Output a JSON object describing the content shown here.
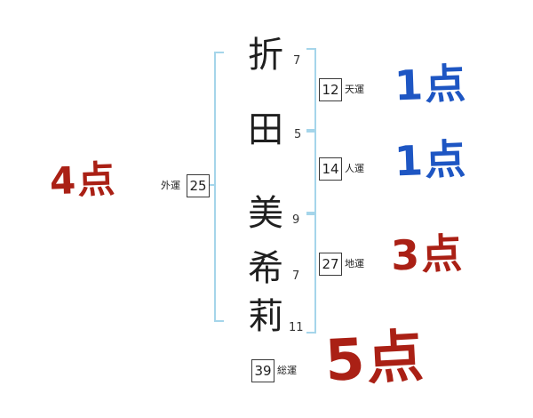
{
  "chart": {
    "type": "name-fortune-diagram",
    "name_column": {
      "characters": [
        {
          "char": "折",
          "strokes": "7"
        },
        {
          "char": "田",
          "strokes": "5"
        },
        {
          "char": "美",
          "strokes": "9"
        },
        {
          "char": "希",
          "strokes": "7"
        },
        {
          "char": "莉",
          "strokes": "11"
        }
      ]
    },
    "fortunes": {
      "heaven": {
        "label": "天運",
        "value": "12",
        "score": "1点",
        "score_color": "#1e56c3"
      },
      "person": {
        "label": "人運",
        "value": "14",
        "score": "1点",
        "score_color": "#1e56c3"
      },
      "earth": {
        "label": "地運",
        "value": "27",
        "score": "3点",
        "score_color": "#aa2015"
      },
      "outer": {
        "label": "外運",
        "value": "25",
        "score": "4点",
        "score_color": "#aa2015"
      },
      "total": {
        "label": "総運",
        "value": "39",
        "score": "5点",
        "score_color": "#aa2015"
      }
    },
    "colors": {
      "bracket": "#a5d5ea",
      "score_blue": "#1e56c3",
      "score_red": "#aa2015",
      "text": "#1f1f1f"
    }
  }
}
